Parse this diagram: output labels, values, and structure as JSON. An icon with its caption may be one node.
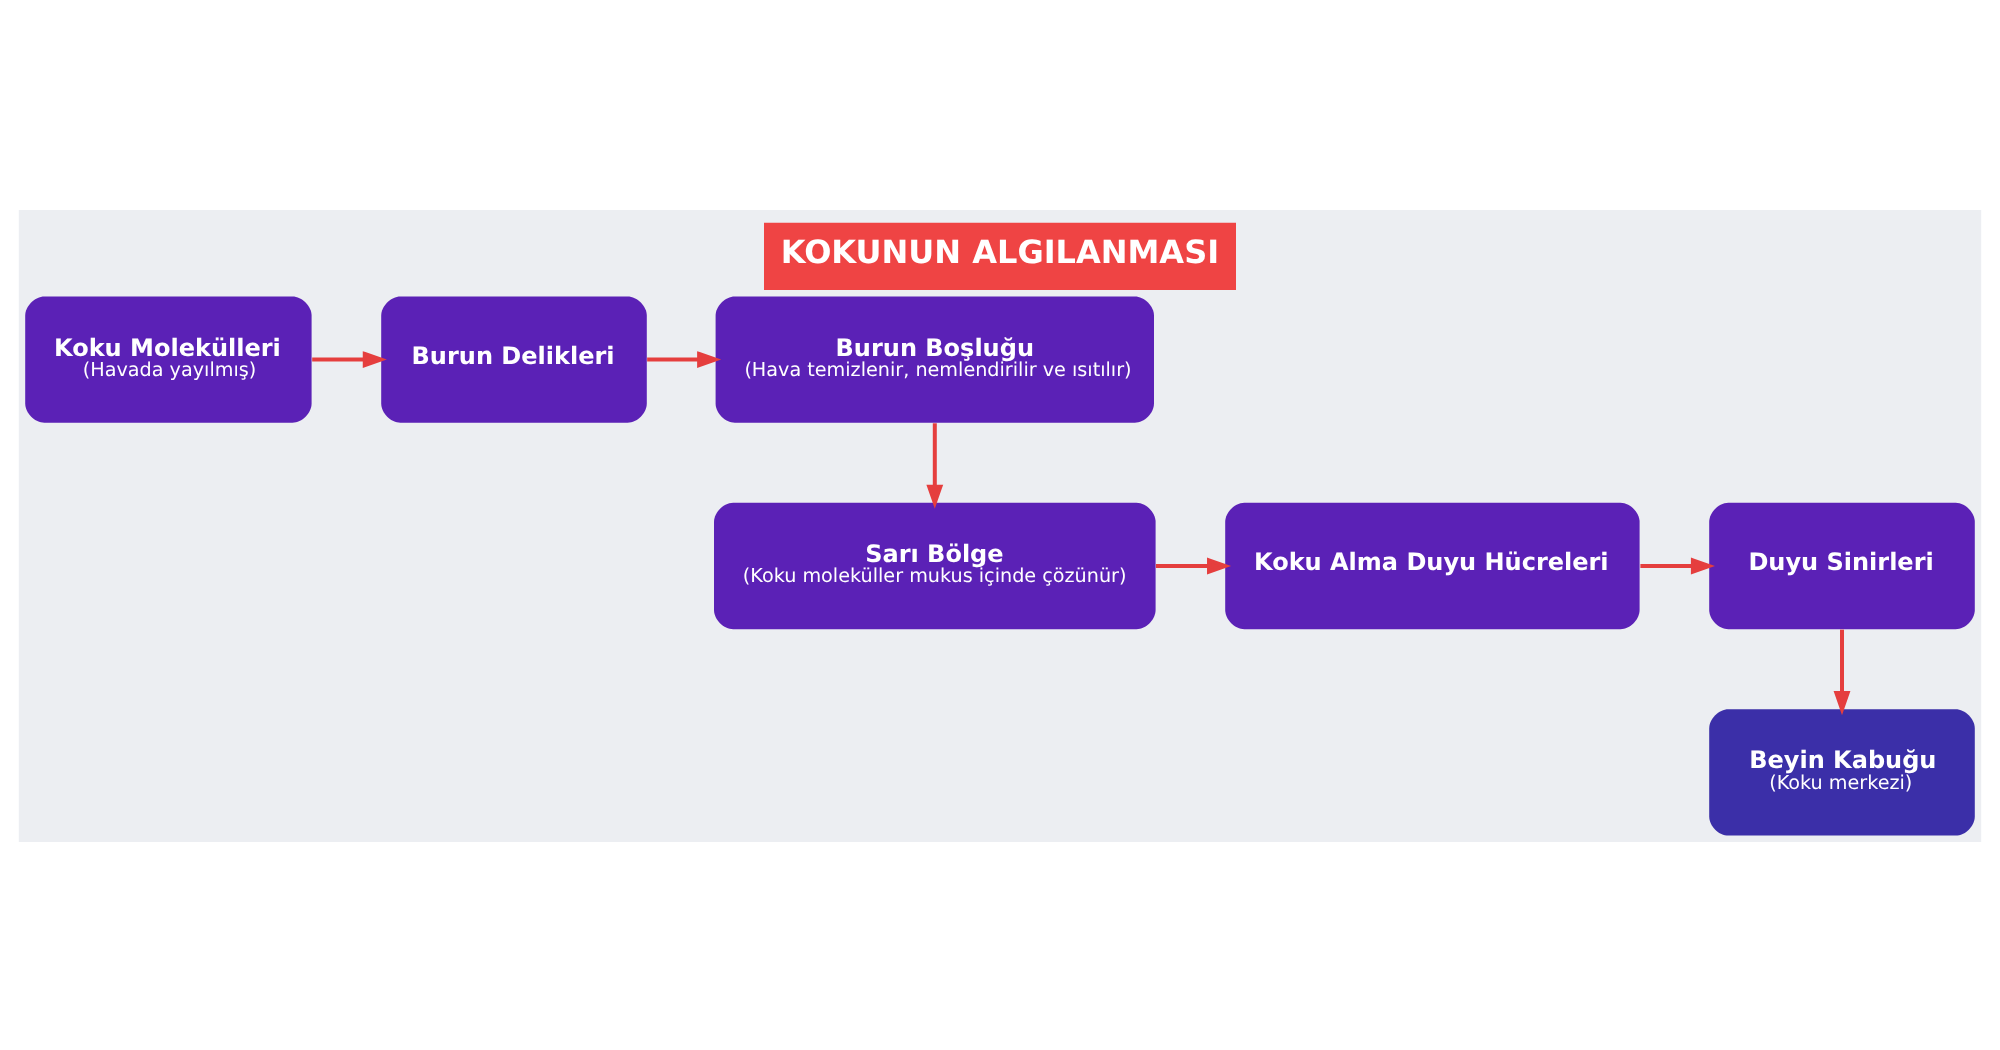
{
  "diagram": {
    "title": "KOKUNUN ALGILANMASI",
    "nodes": [
      {
        "text": [
          "Koku Molekülleri",
          "(Havada yayılmış)"
        ]
      },
      {
        "text": [
          "Burun Delikleri"
        ]
      },
      {
        "text": [
          "Burun Boşluğu",
          "(Hava temizlenir, nemlendirilir ve ısıtılır)"
        ]
      },
      {
        "text": [
          "Sarı Bölge",
          "(Koku moleküller mukus içinde çözünür)"
        ]
      },
      {
        "text": [
          "Koku Alma Duyu Hücreleri"
        ]
      },
      {
        "text": [
          "Duyu Sinirleri"
        ]
      },
      {
        "text": [
          "Beyin Kabuğu",
          "(Koku merkezi)"
        ]
      }
    ],
    "edges": [
      {
        "from": 0,
        "to": 1,
        "arrow": "to"
      },
      {
        "from": 1,
        "to": 2,
        "arrow": "to"
      },
      {
        "from": 2,
        "to": 3,
        "arrow": "to"
      },
      {
        "from": 3,
        "to": 4,
        "arrow": "to"
      },
      {
        "from": 4,
        "to": 5,
        "arrow": "to"
      },
      {
        "from": 5,
        "to": 6,
        "arrow": "to"
      }
    ]
  }
}
